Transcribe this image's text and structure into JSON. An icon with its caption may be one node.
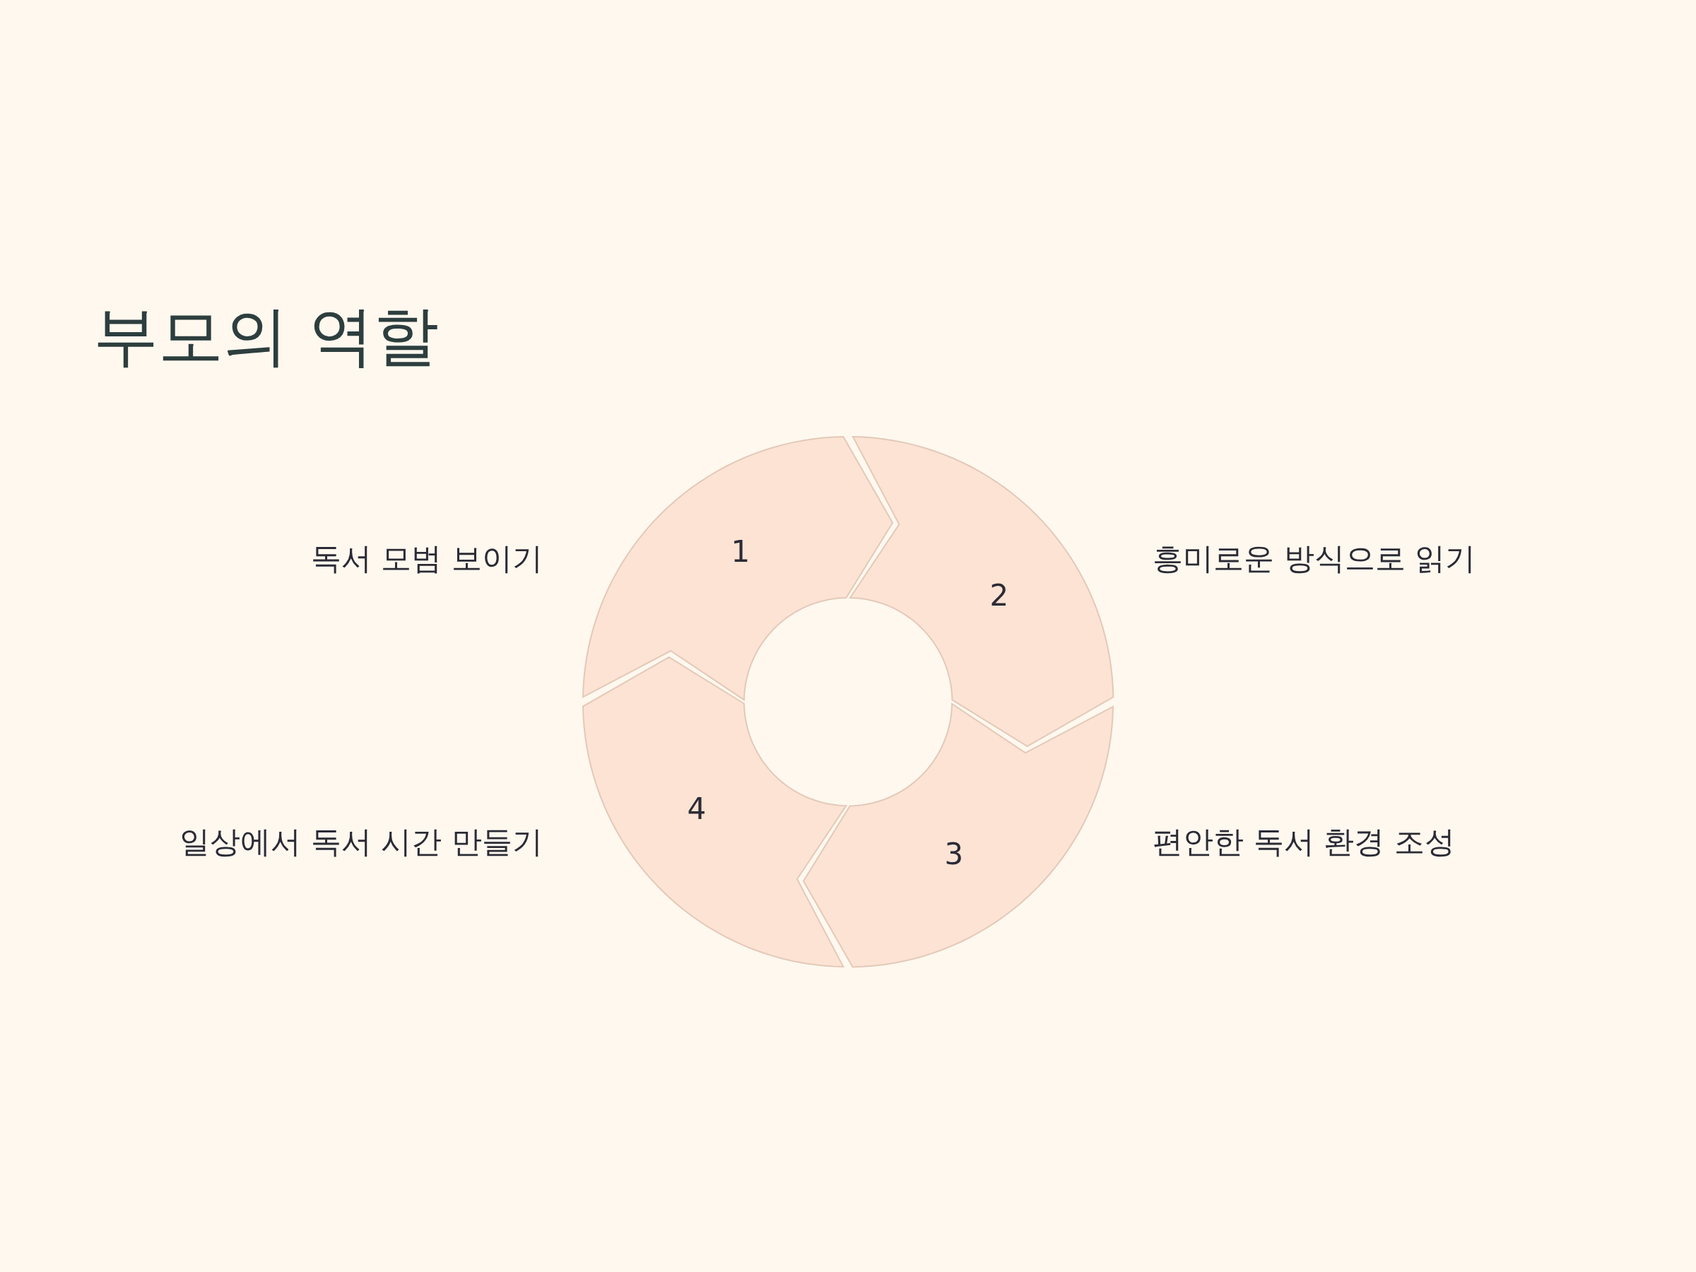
{
  "diagram": {
    "title": "부모의 역할",
    "nodes": [
      {
        "text": [
          "1"
        ],
        "beside": [
          "독서 모범 보이기"
        ]
      },
      {
        "text": [
          "2"
        ],
        "beside": [
          "흥미로운 방식으로 읽기"
        ]
      },
      {
        "text": [
          "3"
        ],
        "beside": [
          "편안한 독서 환경 조성"
        ]
      },
      {
        "text": [
          "4"
        ],
        "beside": [
          "일상에서 독서 시간 만들기"
        ]
      }
    ]
  }
}
